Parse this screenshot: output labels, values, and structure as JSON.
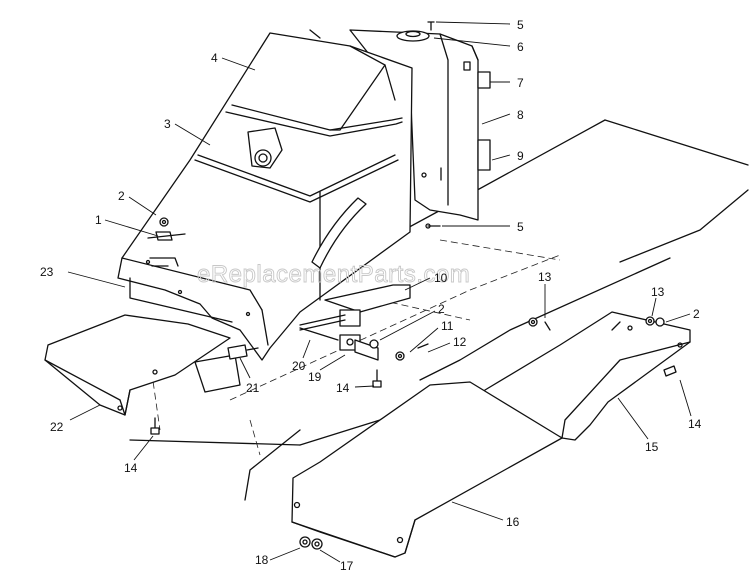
{
  "watermark": "eReplacementParts.com",
  "callouts": [
    {
      "id": "c5a",
      "text": "5"
    },
    {
      "id": "c6",
      "text": "6"
    },
    {
      "id": "c7",
      "text": "7"
    },
    {
      "id": "c8",
      "text": "8"
    },
    {
      "id": "c9",
      "text": "9"
    },
    {
      "id": "c5b",
      "text": "5"
    },
    {
      "id": "c4",
      "text": "4"
    },
    {
      "id": "c3",
      "text": "3"
    },
    {
      "id": "c2a",
      "text": "2"
    },
    {
      "id": "c1",
      "text": "1"
    },
    {
      "id": "c23",
      "text": "23"
    },
    {
      "id": "c10",
      "text": "10"
    },
    {
      "id": "c13a",
      "text": "13"
    },
    {
      "id": "c13b",
      "text": "13"
    },
    {
      "id": "c2b",
      "text": "2"
    },
    {
      "id": "c2c",
      "text": "2"
    },
    {
      "id": "c11",
      "text": "11"
    },
    {
      "id": "c12",
      "text": "12"
    },
    {
      "id": "c20",
      "text": "20"
    },
    {
      "id": "c19",
      "text": "19"
    },
    {
      "id": "c14a",
      "text": "14"
    },
    {
      "id": "c21",
      "text": "21"
    },
    {
      "id": "c22",
      "text": "22"
    },
    {
      "id": "c14b",
      "text": "14"
    },
    {
      "id": "c15",
      "text": "15"
    },
    {
      "id": "c14c",
      "text": "14"
    },
    {
      "id": "c16",
      "text": "16"
    },
    {
      "id": "c18",
      "text": "18"
    },
    {
      "id": "c17",
      "text": "17"
    }
  ]
}
